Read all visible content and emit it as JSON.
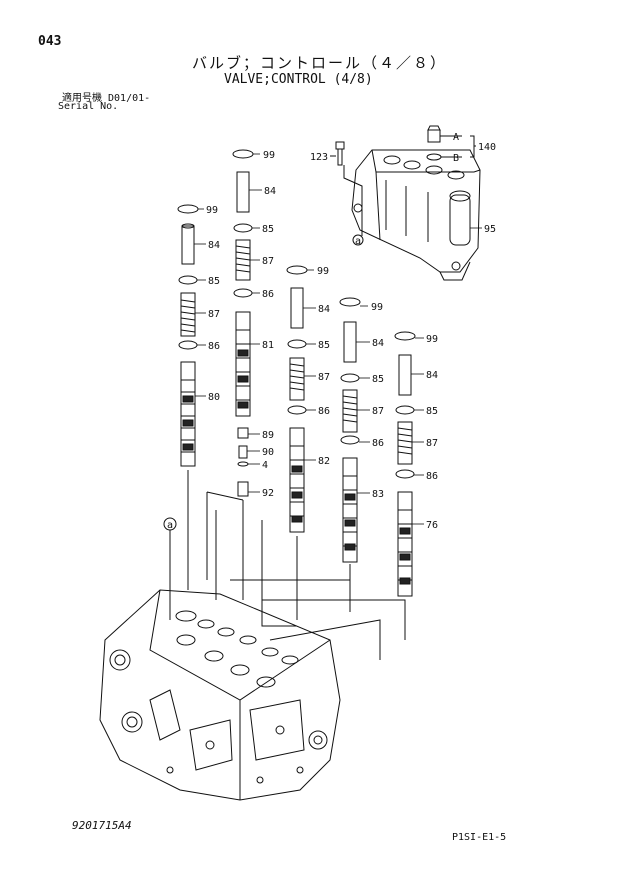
{
  "header": {
    "page_number": "043",
    "title_jp": "バルブ；コントロール（４／８）",
    "title_en": "VALVE;CONTROL (4/8)",
    "serial_label_jp": "適用号機 D01/01-",
    "serial_label_en": "Serial No."
  },
  "footer": {
    "drawing_number": "9201715A4",
    "page_code": "P1SI-E1-5"
  },
  "callouts": {
    "c99": "99",
    "c84": "84",
    "c85": "85",
    "c86": "86",
    "c87": "87",
    "c80": "80",
    "c81": "81",
    "c82": "82",
    "c83": "83",
    "c76": "76",
    "c89": "89",
    "c90": "90",
    "c4": "4",
    "c92": "92",
    "c123": "123",
    "c95": "95",
    "c140": "140",
    "cA": "A",
    "cB": "B",
    "ca": "a"
  }
}
